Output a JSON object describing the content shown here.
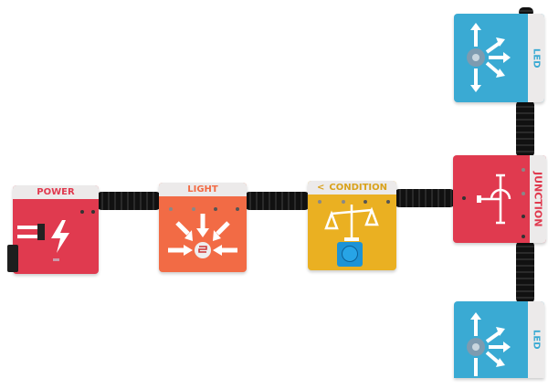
{
  "blocks": {
    "power": {
      "label": "POWER",
      "color": "#e03a4f",
      "icon": "lightning-icon"
    },
    "light": {
      "label": "LIGHT",
      "color": "#f26b45",
      "icon": "light-sensor-icon"
    },
    "condition": {
      "label": "CONDITION",
      "prefix": "<",
      "color": "#eab022",
      "icon": "balance-scale-icon"
    },
    "junction": {
      "label": "JUNCTION",
      "color": "#e03a4f",
      "icon": "junction-icon"
    },
    "led_top": {
      "label": "LED",
      "color": "#3aaad3",
      "icon": "led-icon"
    },
    "led_bottom": {
      "label": "LED",
      "color": "#3aaad3",
      "icon": "led-icon"
    }
  }
}
